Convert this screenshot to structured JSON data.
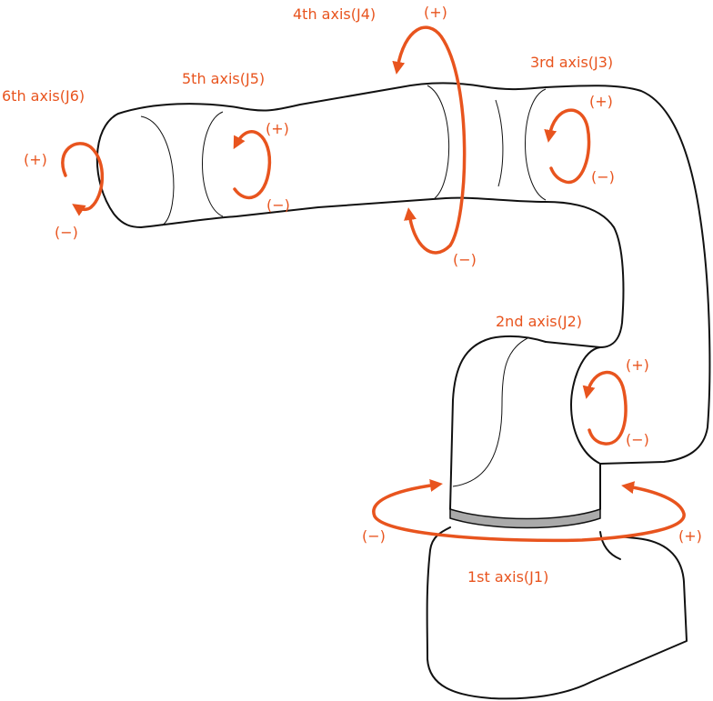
{
  "colors": {
    "accent": "#E8541E",
    "outline": "#111111",
    "band": "#aaaaaa"
  },
  "axes": {
    "j1": {
      "title": "1st axis(J1)",
      "plus": "(+)",
      "minus": "(−)"
    },
    "j2": {
      "title": "2nd axis(J2)",
      "plus": "(+)",
      "minus": "(−)"
    },
    "j3": {
      "title": "3rd axis(J3)",
      "plus": "(+)",
      "minus": "(−)"
    },
    "j4": {
      "title": "4th axis(J4)",
      "plus": "(+)",
      "minus": "(−)"
    },
    "j5": {
      "title": "5th axis(J5)",
      "plus": "(+)",
      "minus": "(−)"
    },
    "j6": {
      "title": "6th axis(J6)",
      "plus": "(+)",
      "minus": "(−)"
    }
  }
}
